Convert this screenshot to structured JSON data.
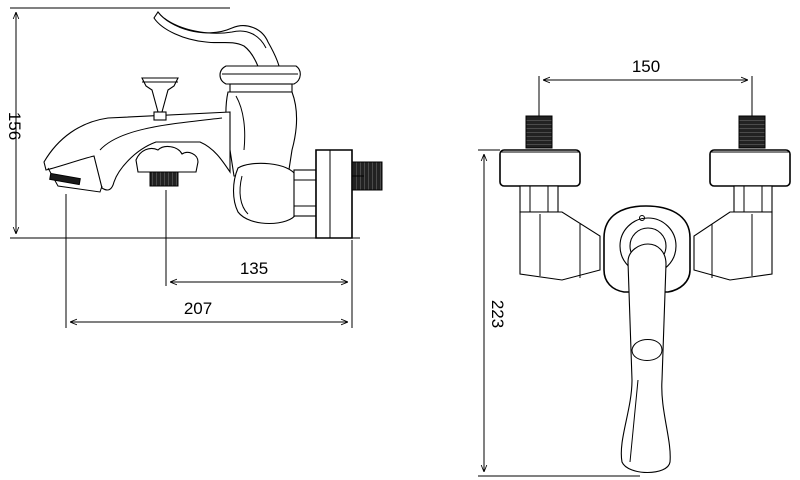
{
  "side_view": {
    "height_dim": "156",
    "inlet_to_spout_dim": "135",
    "overall_length_dim": "207"
  },
  "front_view": {
    "centers_dim": "150",
    "overall_height_dim": "223"
  }
}
